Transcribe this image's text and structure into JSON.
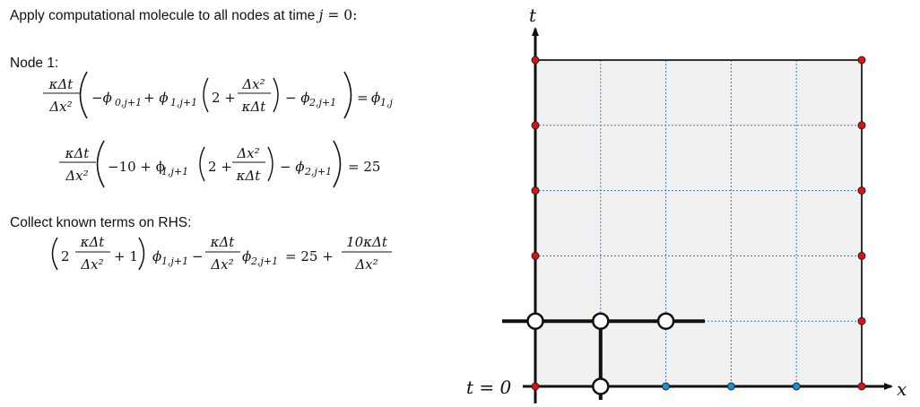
{
  "heading": {
    "text": "Apply computational molecule to all nodes at time ",
    "var": "j",
    "eq": " = 0:"
  },
  "node_label": "Node 1:",
  "collect_label": "Collect known terms on RHS:",
  "equations": {
    "eq1": {
      "coef_num": "κΔt",
      "coef_den": "Δx²",
      "t1": "−ϕ",
      "t1_sub": "0,j+1",
      "t2": " + ϕ",
      "t2_sub": "1,j+1",
      "in_lead": "2 +",
      "in_num": "Δx²",
      "in_den": "κΔt",
      "t3": "− ϕ",
      "t3_sub": "2,j+1",
      "rhs_eq": "=",
      "rhs": "ϕ",
      "rhs_sub": "1,j"
    },
    "eq2": {
      "coef_num": "κΔt",
      "coef_den": "Δx²",
      "t1": "−10 + ϕ",
      "t1_sub": "1,j+1",
      "in_lead": "2 +",
      "in_num": "Δx²",
      "in_den": "κΔt",
      "t3": "− ϕ",
      "t3_sub": "2,j+1",
      "rhs": "= 25"
    },
    "eq3": {
      "lead": "2",
      "coef_num": "κΔt",
      "coef_den": "Δx²",
      "plus1": "+ 1",
      "t1": "ϕ",
      "t1_sub": "1,j+1",
      "minus": "−",
      "coef2_num": "κΔt",
      "coef2_den": "Δx²",
      "t2": "ϕ",
      "t2_sub": "2,j+1",
      "rhs": "= 25 +",
      "rhs_num": "10κΔt",
      "rhs_den": "Δx²"
    }
  },
  "grid": {
    "t_axis_label": "t",
    "x_axis_label": "x",
    "t0_label": "t = 0",
    "columns": 5,
    "rows": 5,
    "colors": {
      "grid_fill": "#f1f1f1",
      "grid_line": "#3a7cd6",
      "boundary_node": "#e01010",
      "initial_node": "#1a8fd8",
      "molecule_node": "#ffffff",
      "axis": "#111111"
    }
  }
}
